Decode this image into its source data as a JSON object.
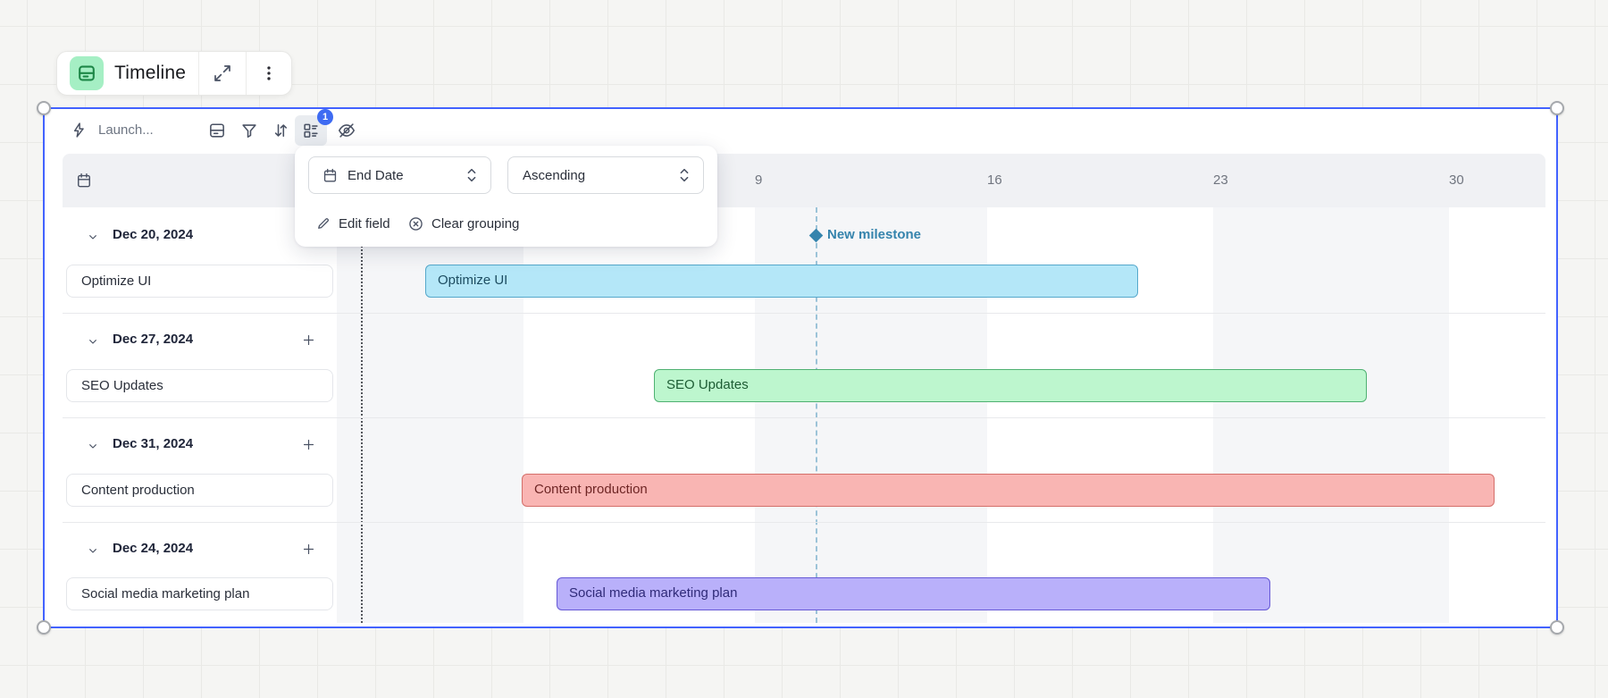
{
  "widget_pill": {
    "title": "Timeline",
    "icons": {
      "app": "timeline-card-icon",
      "expand": "expand-icon",
      "menu": "kebab-menu-icon"
    }
  },
  "toolbar": {
    "launch_label": "Launch...",
    "launch_icon": "zap-icon",
    "buttons": [
      {
        "name": "fields-button",
        "icon": "fields-icon"
      },
      {
        "name": "filter-button",
        "icon": "filter-icon"
      },
      {
        "name": "sort-button",
        "icon": "sort-icon"
      },
      {
        "name": "group-by-button",
        "icon": "group-by-icon",
        "active": true,
        "badge": "1"
      },
      {
        "name": "hide-fields-button",
        "icon": "eye-off-icon"
      }
    ]
  },
  "grouping_popover": {
    "field_select": {
      "value": "End Date",
      "icon": "calendar-icon"
    },
    "order_select": {
      "value": "Ascending"
    },
    "actions": [
      {
        "label": "Edit field",
        "icon": "pencil-icon"
      },
      {
        "label": "Clear grouping",
        "icon": "circle-x-icon"
      }
    ]
  },
  "timeline": {
    "axis": {
      "ticks": [
        "9",
        "16",
        "23",
        "30"
      ]
    },
    "milestone": {
      "label": "New milestone"
    },
    "groups": [
      {
        "date": "Dec 20, 2024",
        "task": "Optimize UI",
        "bar_fill": "#b4e7f8",
        "bar_border": "#56a8cb",
        "bar_text": "#1d4d62"
      },
      {
        "date": "Dec 27, 2024",
        "task": "SEO Updates",
        "bar_fill": "#bdf6ce",
        "bar_border": "#4fb172",
        "bar_text": "#1d5c34"
      },
      {
        "date": "Dec 31, 2024",
        "task": "Content production",
        "bar_fill": "#f9b5b3",
        "bar_border": "#d46f6a",
        "bar_text": "#6e2524"
      },
      {
        "date": "Dec 24, 2024",
        "task": "Social media marketing plan",
        "bar_fill": "#b9b0fa",
        "bar_border": "#6659d6",
        "bar_text": "#2f2a78"
      }
    ]
  },
  "colors": {
    "canvas_bg": "#f5f5f3",
    "grid_line": "#e9e9e6",
    "selection": "#4262ff",
    "badge_bg": "#3e6bf2",
    "header_band": "#f0f1f4",
    "week_band": "#f5f6f8",
    "milestone": "#3584ad",
    "divider": "#e8e9ec",
    "dotted_line": "#53565c",
    "dashed_line": "#9cc3d8",
    "icon_bg": "#a5efc4",
    "icon_stroke": "#1d8747"
  }
}
